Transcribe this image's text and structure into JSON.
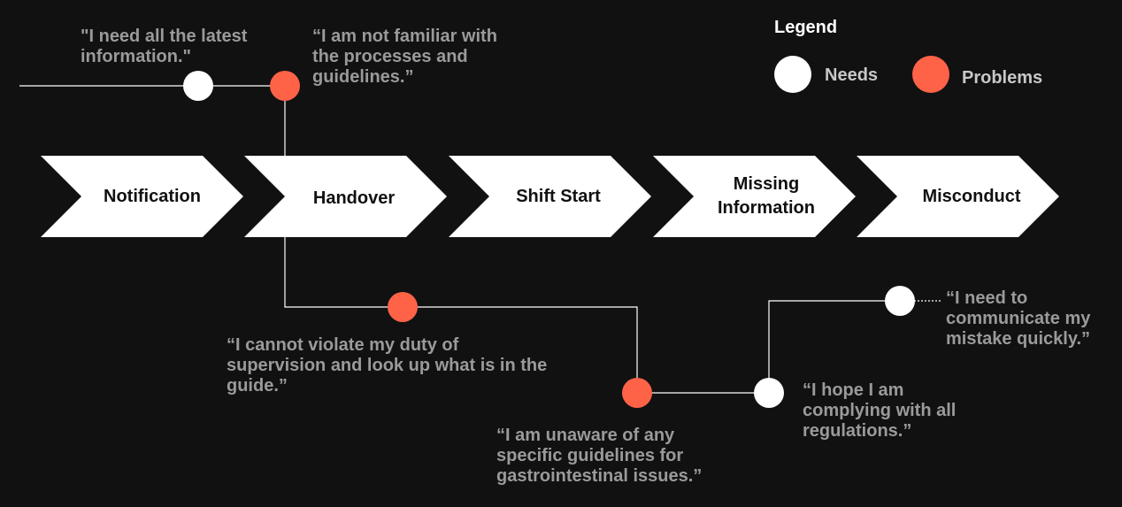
{
  "legend": {
    "title": "Legend",
    "items": [
      {
        "label": "Needs",
        "color": "#ffffff"
      },
      {
        "label": "Problems",
        "color": "#ff6347"
      }
    ]
  },
  "stages": [
    {
      "label": "Notification"
    },
    {
      "label": "Handover"
    },
    {
      "label": "Shift Start"
    },
    {
      "label": "Missing\nInformation"
    },
    {
      "label": "Misconduct"
    }
  ],
  "quotes": {
    "need_latest_info": "\"I need all the latest\ninformation.\"",
    "not_familiar": "“I am not familiar with\nthe processes and\nguidelines.”",
    "cannot_violate": "“I cannot violate my duty of\nsupervision and look up what is in the\nguide.”",
    "unaware_guidelines": "“I am unaware of any\nspecific guidelines for\ngastrointestinal issues.”",
    "hope_complying": "“I hope I am\ncomplying with all\nregulations.”",
    "communicate_mistake": "“I need to\ncommunicate my\nmistake quickly.”"
  },
  "colors": {
    "background": "#111111",
    "need": "#ffffff",
    "problem": "#ff6347",
    "quote_text": "#9a9a9a"
  }
}
